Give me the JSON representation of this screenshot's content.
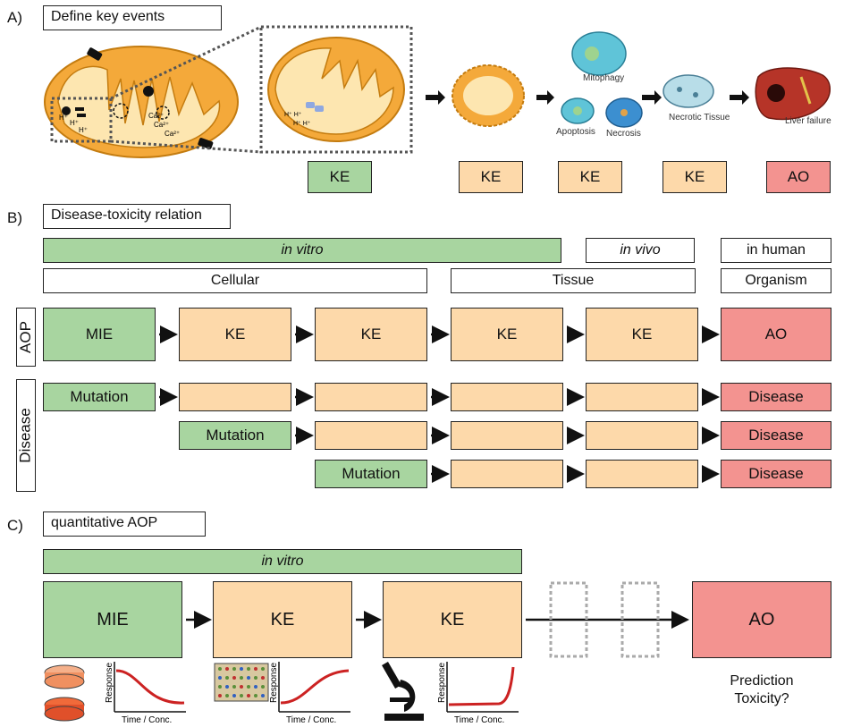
{
  "panelA": {
    "letter": "A)",
    "title": "Define key events",
    "illus_labels": {
      "mitophagy": "Mitophagy",
      "apoptosis": "Apoptosis",
      "necrosis": "Necrosis",
      "necrotic_tissue": "Necrotic Tissue",
      "liver_failure": "Liver failure"
    },
    "ion_labels": {
      "hplus": "H⁺",
      "ca": "Ca²⁺"
    },
    "boxes": [
      "KE",
      "KE",
      "KE",
      "KE",
      "AO"
    ]
  },
  "panelB": {
    "letter": "B)",
    "title": "Disease-toxicity relation",
    "levels": {
      "in_vitro": "in vitro",
      "in_vivo": "in vivo",
      "in_human": "in human"
    },
    "scales": {
      "cellular": "Cellular",
      "tissue": "Tissue",
      "organism": "Organism"
    },
    "row_labels": {
      "aop": "AOP",
      "disease": "Disease"
    },
    "aop_row": [
      "MIE",
      "KE",
      "KE",
      "KE",
      "KE",
      "AO"
    ],
    "mutation": "Mutation",
    "disease": "Disease"
  },
  "panelC": {
    "letter": "C)",
    "title": "quantitative AOP",
    "in_vitro": "in vitro",
    "boxes": [
      "MIE",
      "KE",
      "KE",
      "AO"
    ],
    "axis_y": "Response",
    "axis_x": "Time / Conc.",
    "prediction": "Prediction",
    "toxicity": "Toxicity?"
  },
  "colors": {
    "green": "#a8d5a0",
    "orange": "#fdd9aa",
    "red": "#f39390",
    "curve": "#cc2222"
  }
}
